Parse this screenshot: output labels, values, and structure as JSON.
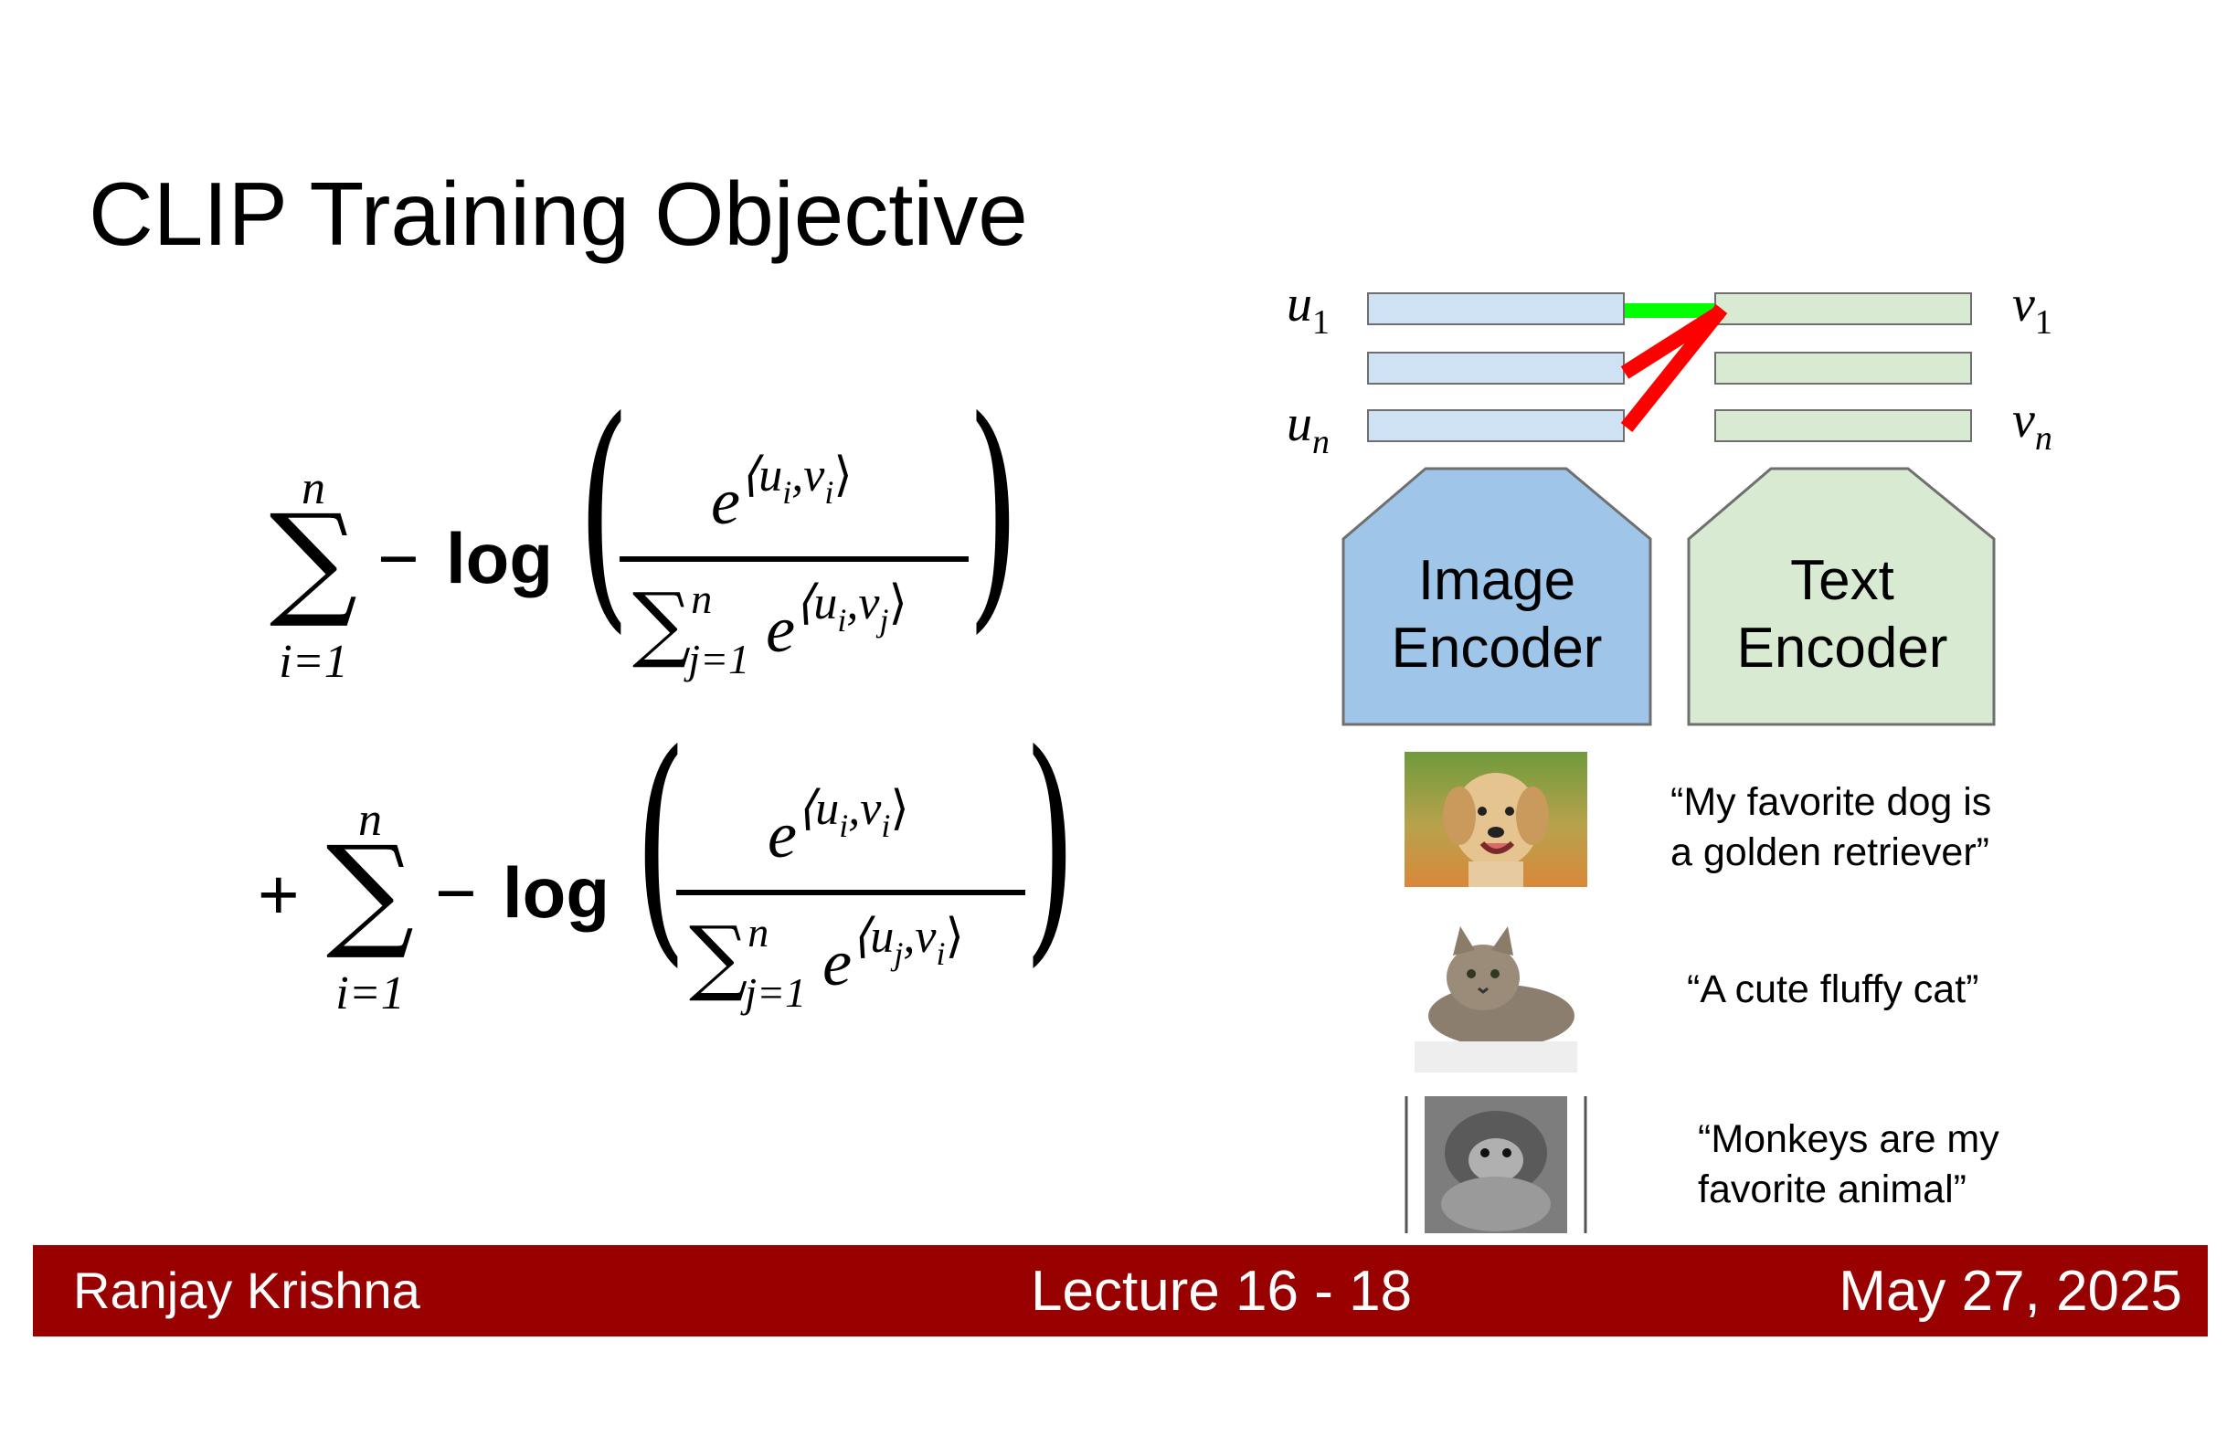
{
  "slide": {
    "title": "CLIP Training Objective"
  },
  "equation": {
    "term1": {
      "sum_upper": "n",
      "sum_lower": "i=1",
      "operator": "−",
      "log": "log",
      "num_base": "e",
      "num_exp": "⟨u",
      "num_exp_sub1": "i",
      "num_exp_mid": ",v",
      "num_exp_sub2": "i",
      "num_exp_end": "⟩",
      "den_sum_upper": "n",
      "den_sum_lower": "j=1",
      "den_base": "e",
      "den_exp": "⟨u",
      "den_exp_sub1": "i",
      "den_exp_mid": ",v",
      "den_exp_sub2": "j",
      "den_exp_end": "⟩"
    },
    "term2": {
      "plus": "+",
      "sum_upper": "n",
      "sum_lower": "i=1",
      "operator": "−",
      "log": "log",
      "num_base": "e",
      "num_exp": "⟨u",
      "num_exp_sub1": "i",
      "num_exp_mid": ",v",
      "num_exp_sub2": "i",
      "num_exp_end": "⟩",
      "den_sum_upper": "n",
      "den_sum_lower": "j=1",
      "den_base": "e",
      "den_exp": "⟨u",
      "den_exp_sub1": "j",
      "den_exp_mid": ",v",
      "den_exp_sub2": "i",
      "den_exp_end": "⟩"
    }
  },
  "diagram": {
    "u1": {
      "base": "u",
      "sub": "1"
    },
    "un": {
      "base": "u",
      "sub": "n"
    },
    "v1": {
      "base": "v",
      "sub": "1"
    },
    "vn": {
      "base": "v",
      "sub": "n"
    },
    "image_encoder": {
      "line1": "Image",
      "line2": "Encoder"
    },
    "text_encoder": {
      "line1": "Text",
      "line2": "Encoder"
    },
    "captions": [
      {
        "line1": "“My favorite dog is",
        "line2": "a golden retriever”"
      },
      {
        "line1": "“A cute fluffy cat”"
      },
      {
        "line1": "“Monkeys are my",
        "line2": "favorite animal”"
      }
    ],
    "colors": {
      "image_bar": "#cfe2f3",
      "text_bar": "#d9ead3",
      "image_encoder": "#9fc5e8",
      "text_encoder": "#d9ead3",
      "positive_link": "#00ff00",
      "negative_link": "#ff0000"
    }
  },
  "footer": {
    "author": "Ranjay Krishna",
    "lecture": "Lecture 16 -  18",
    "date": "May 27, 2025",
    "background": "#990000"
  }
}
